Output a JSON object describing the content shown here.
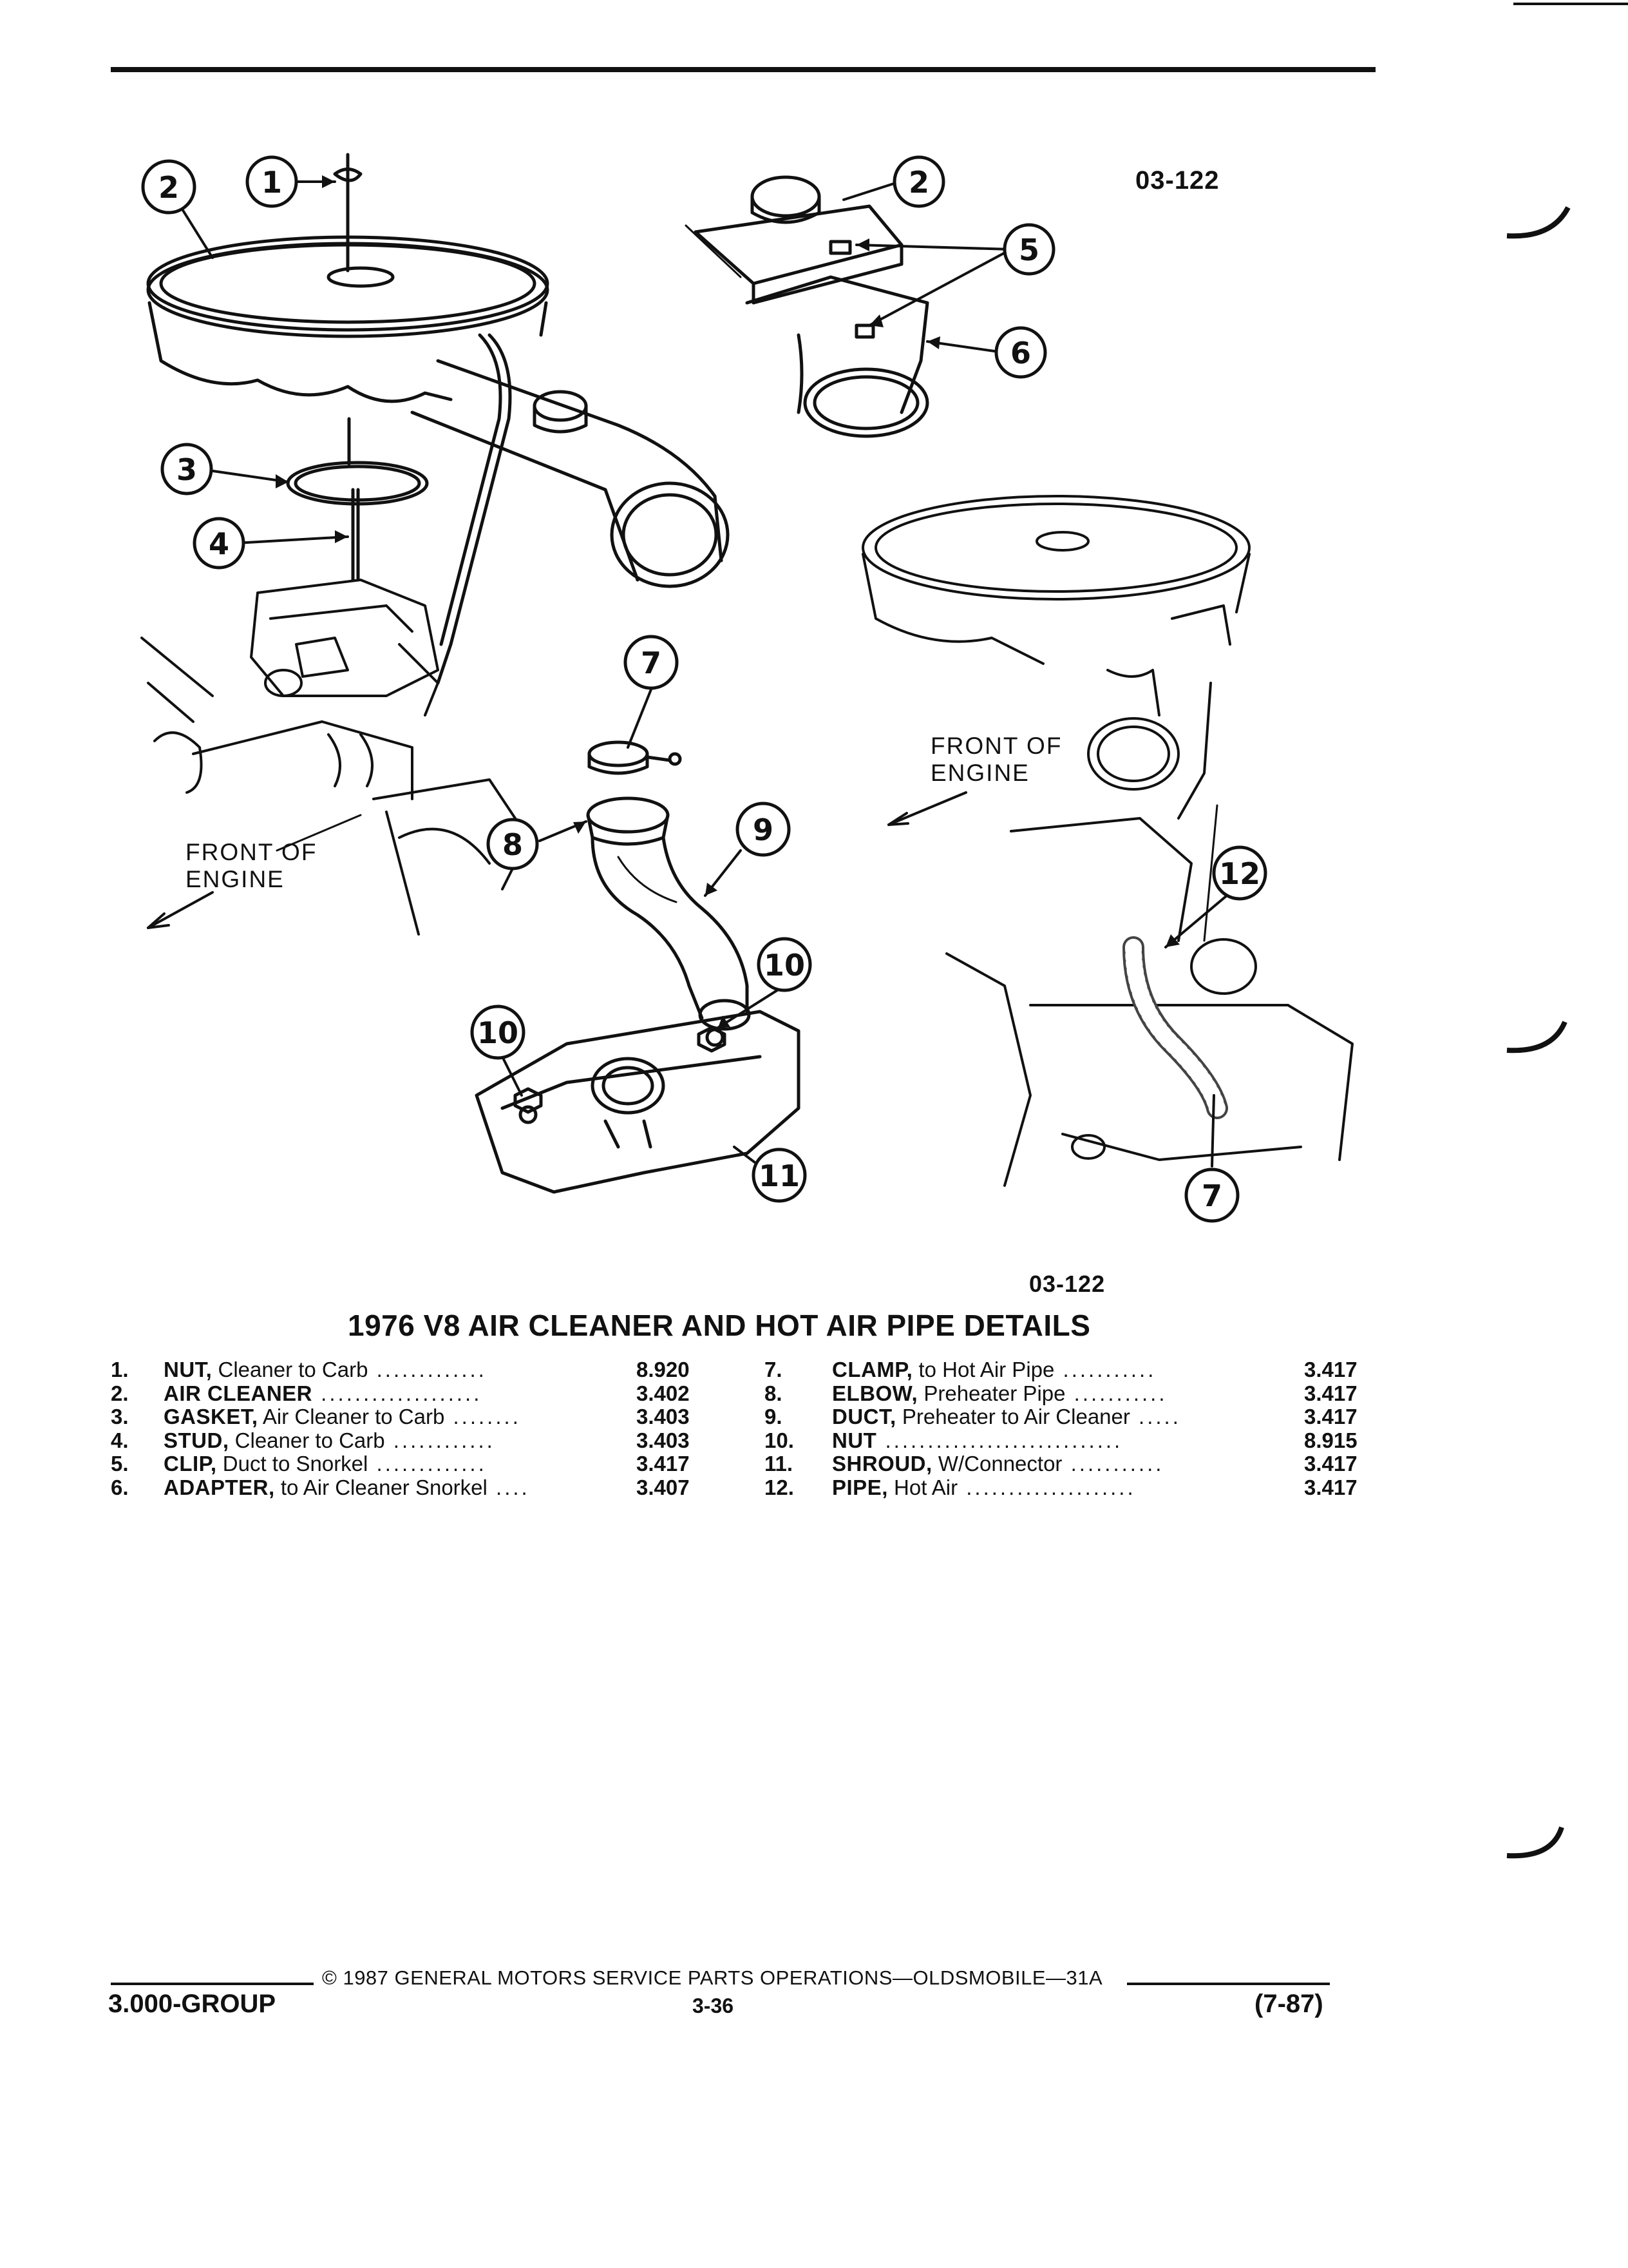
{
  "figure": {
    "id_top": "03-122",
    "id_bottom": "03-122",
    "title": "1976 V8 AIR CLEANER AND HOT AIR PIPE DETAILS",
    "front_label_left": [
      "FRONT OF",
      "ENGINE"
    ],
    "front_label_right": [
      "FRONT OF",
      "ENGINE"
    ],
    "callouts": [
      "1",
      "2",
      "3",
      "4",
      "2",
      "5",
      "6",
      "7",
      "8",
      "9",
      "10",
      "10",
      "11",
      "12",
      "7"
    ]
  },
  "parts_left": [
    {
      "num": "1.",
      "name": "NUT,",
      "desc": " Cleaner to Carb",
      "dots": " .............",
      "code": "8.920"
    },
    {
      "num": "2.",
      "name": "AIR CLEANER",
      "desc": "",
      "dots": " ...................",
      "code": "3.402"
    },
    {
      "num": "3.",
      "name": "GASKET,",
      "desc": " Air Cleaner to Carb",
      "dots": " ........",
      "code": "3.403"
    },
    {
      "num": "4.",
      "name": "STUD,",
      "desc": " Cleaner to Carb",
      "dots": " ............",
      "code": "3.403"
    },
    {
      "num": "5.",
      "name": "CLIP,",
      "desc": " Duct to Snorkel",
      "dots": " .............",
      "code": "3.417"
    },
    {
      "num": "6.",
      "name": "ADAPTER,",
      "desc": " to Air Cleaner Snorkel",
      "dots": " ....",
      "code": "3.407"
    }
  ],
  "parts_right": [
    {
      "num": "7.",
      "name": "CLAMP,",
      "desc": " to Hot Air Pipe",
      "dots": " ...........",
      "code": "3.417"
    },
    {
      "num": "8.",
      "name": "ELBOW,",
      "desc": " Preheater Pipe",
      "dots": " ...........",
      "code": "3.417"
    },
    {
      "num": "9.",
      "name": "DUCT,",
      "desc": " Preheater to Air Cleaner",
      "dots": " .....",
      "code": "3.417"
    },
    {
      "num": "10.",
      "name": "NUT",
      "desc": "",
      "dots": " ............................",
      "code": "8.915"
    },
    {
      "num": "11.",
      "name": "SHROUD,",
      "desc": " W/Connector",
      "dots": " ...........",
      "code": "3.417"
    },
    {
      "num": "12.",
      "name": "PIPE,",
      "desc": " Hot Air",
      "dots": " ....................",
      "code": "3.417"
    }
  ],
  "footer": {
    "copyright": "© 1987 GENERAL MOTORS SERVICE PARTS OPERATIONS—OLDSMOBILE—31A",
    "group": "3.000-GROUP",
    "page": "3-36",
    "date": "(7-87)"
  }
}
